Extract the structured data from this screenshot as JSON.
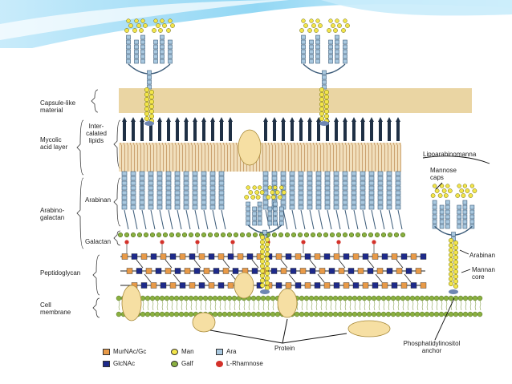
{
  "colors": {
    "murnac": "#e89a48",
    "glcnac": "#1d2a8a",
    "man": "#f3e54a",
    "galf": "#8ab040",
    "ara": "#a9c8df",
    "rhamnose": "#d3312a",
    "capsule": "#ead5a3",
    "lipid": "#e8c98f",
    "protein": "#f6dfa3",
    "banner": "#7fd0f2"
  },
  "left_labels": {
    "capsule": "Capsule-like\nmaterial",
    "mycolic": "Mycolic\nacid layer",
    "intercalated": "Inter-\ncalated\nlipids",
    "arabinogalactan": "Arabino-\ngalactan",
    "arabinan": "Arabinan",
    "galactan": "Galactan",
    "peptidoglycan": "Peptidoglycan",
    "membrane": "Cell\nmembrane"
  },
  "right_labels": {
    "lam": "Lipoarabinomanna",
    "mannose_caps": "Mannose\ncaps",
    "arabinan": "Arabinan",
    "mannan_core": "Mannan\ncore",
    "pi_anchor": "Phosphatidylinositol\nanchor",
    "protein": "Protein"
  },
  "legend": [
    {
      "key": "murnac",
      "label": "MurNAc/Gc",
      "shape": "square"
    },
    {
      "key": "man",
      "label": "Man",
      "shape": "round"
    },
    {
      "key": "ara",
      "label": "Ara",
      "shape": "square"
    },
    {
      "key": "glcnac",
      "label": "GlcNAc",
      "shape": "square"
    },
    {
      "key": "galf",
      "label": "Galf",
      "shape": "round"
    },
    {
      "key": "rhamnose",
      "label": "L-Rhamnose",
      "shape": "round"
    }
  ]
}
